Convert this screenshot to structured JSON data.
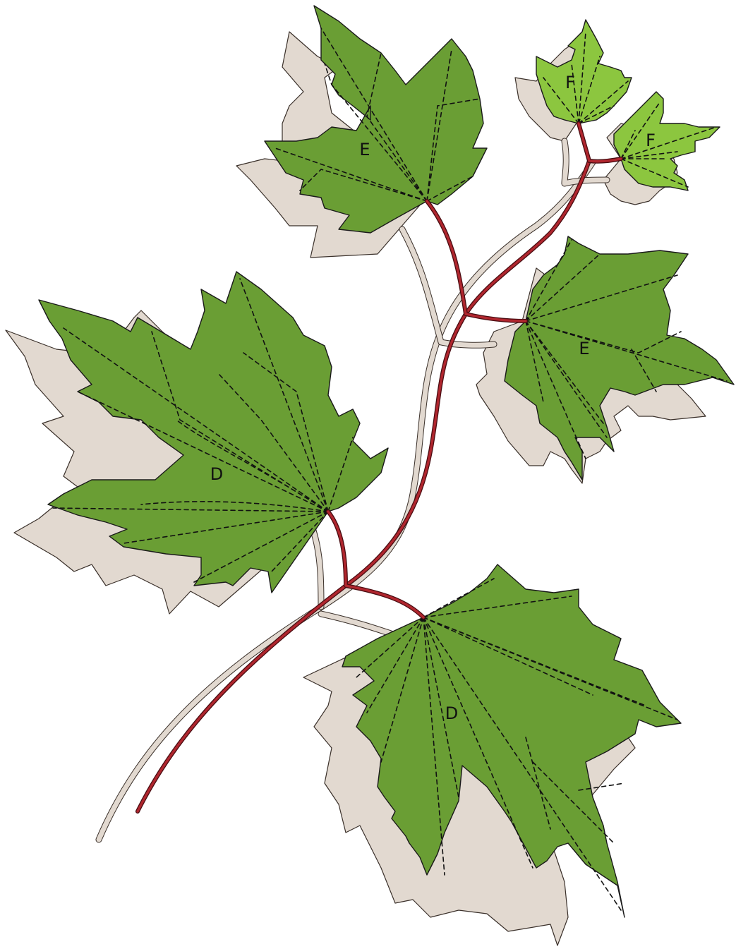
{
  "labels": {
    "leaf_left_large": "D",
    "leaf_bottom_large": "D",
    "leaf_top_mid": "E",
    "leaf_right_mid": "E",
    "leaf_top_small": "F",
    "leaf_right_small": "F"
  },
  "colors": {
    "leaf_mature": "#6a9e34",
    "leaf_young": "#8cc63f",
    "shadow_leaf": "#e2d9d0",
    "stem": "#b0262e",
    "stem_outline": "#4a0d12",
    "vein": "#111111"
  }
}
